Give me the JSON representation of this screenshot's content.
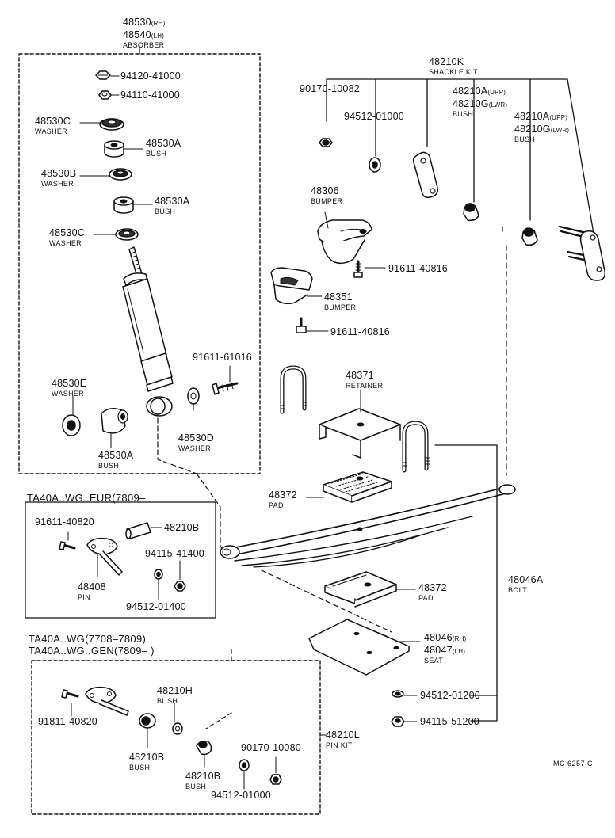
{
  "absorber": {
    "pn1": "48530",
    "pn1_side": "(RH)",
    "pn2": "48540",
    "pn2_side": "(LH)",
    "desc": "ABSORBER"
  },
  "nut_94120": "94120-41000",
  "nut_94110": "94110-41000",
  "washer_48530C_top": {
    "pn": "48530C",
    "desc": "WASHER"
  },
  "bush_48530A_top": {
    "pn": "48530A",
    "desc": "BUSH"
  },
  "washer_48530B": {
    "pn": "48530B",
    "desc": "WASHER"
  },
  "bush_48530A_mid": {
    "pn": "48530A",
    "desc": "BUSH"
  },
  "washer_48530C_bot": {
    "pn": "48530C",
    "desc": "WASHER"
  },
  "bolt_91611_61016": "91611-61016",
  "washer_48530E": {
    "pn": "48530E",
    "desc": "WASHER"
  },
  "bush_48530A_bot": {
    "pn": "48530A",
    "desc": "BUSH"
  },
  "washer_48530D": {
    "pn": "48530D",
    "desc": "WASHER"
  },
  "shackle_kit": {
    "pn": "48210K",
    "desc": "SHACKLE KIT"
  },
  "nut_90170_10082": "90170-10082",
  "washer_94512_01000_top": "94512-01000",
  "bush_48210_a": {
    "pn1": "48210A",
    "pn1_tag": "(UPP)",
    "pn2": "48210G",
    "pn2_tag": "(LWR)",
    "desc": "BUSH"
  },
  "bush_48210_b": {
    "pn1": "48210A",
    "pn1_tag": "(UPP)",
    "pn2": "48210G",
    "pn2_tag": "(LWR)",
    "desc": "BUSH"
  },
  "bumper_48306": {
    "pn": "48306",
    "desc": "BUMPER"
  },
  "bolt_91611_40816_a": "91611-40816",
  "bumper_48351": {
    "pn": "48351",
    "desc": "BUMPER"
  },
  "bolt_91611_40816_b": "91611-40816",
  "retainer_48371": {
    "pn": "48371",
    "desc": "RETAINER"
  },
  "pad_48372_top": {
    "pn": "48372",
    "desc": "PAD"
  },
  "bolt_48046A": {
    "pn": "48046A",
    "desc": "BOLT"
  },
  "pad_48372_bot": {
    "pn": "48372",
    "desc": "PAD"
  },
  "seat": {
    "pn1": "48046",
    "pn1_side": "(RH)",
    "pn2": "48047",
    "pn2_side": "(LH)",
    "desc": "SEAT"
  },
  "washer_94512_01200": "94512-01200",
  "nut_94115_51200": "94115-51200",
  "box_eur": {
    "title": "TA40A..WG..EUR(7809–"
  },
  "bolt_91611_40820": "91611-40820",
  "part_48210B_eur": "48210B",
  "nut_94115_41400": "94115-41400",
  "pin_48408": {
    "pn": "48408",
    "desc": "PIN"
  },
  "washer_94512_01400": "94512-01400",
  "box_gen": {
    "title1": "TA40A..WG(7708–7809)",
    "title2": "TA40A..WG..GEN(7809–        )"
  },
  "bolt_91811_40820": "91811-40820",
  "bush_48210H": {
    "pn": "48210H",
    "desc": "BUSH"
  },
  "bush_48210B_a": {
    "pn": "48210B",
    "desc": "BUSH"
  },
  "bush_48210B_b": {
    "pn": "48210B",
    "desc": "BUSH"
  },
  "nut_90170_10080": "90170-10080",
  "washer_94512_01000_bot": "94512-01000",
  "pin_kit": {
    "pn": "48210L",
    "desc": "PIN KIT"
  },
  "diagram_code": "MC 6257 C"
}
